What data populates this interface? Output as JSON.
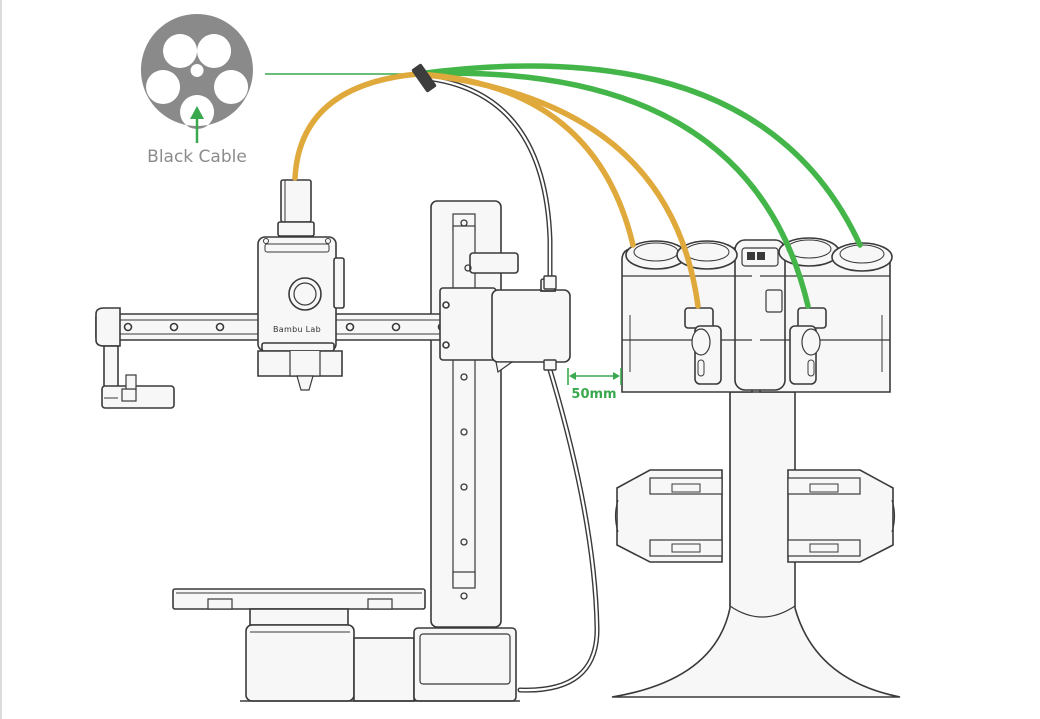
{
  "labels": {
    "black_cable": "Black Cable",
    "gap": "50mm",
    "brand": "Bambu Lab"
  },
  "colors": {
    "tube_orange": "#e0a93c",
    "tube_green": "#44b649",
    "accent_green": "#3aa94d",
    "outline": "#3a3a3a",
    "part_fill": "#f7f7f7",
    "spool_fill": "#8a8a8a",
    "arrow_gray": "#9a9a9a",
    "clip_dark": "#3d3d3d"
  },
  "icons": {
    "spool": "filament-spool-icon",
    "arrow": "arrow-up-icon"
  }
}
